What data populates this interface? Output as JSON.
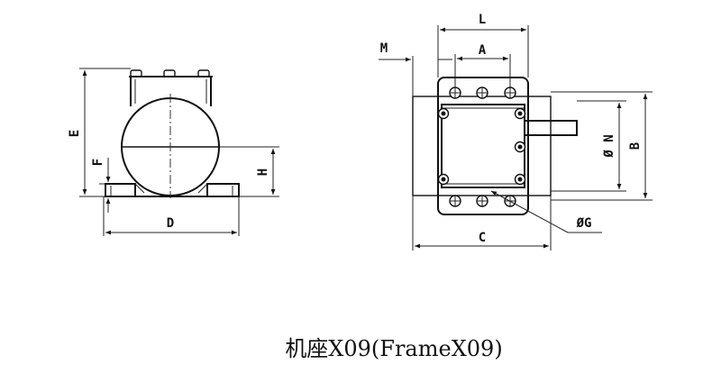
{
  "caption": "机座X09(FrameX09)",
  "side_view": {
    "dim_E": "E",
    "dim_F": "F",
    "dim_H": "H",
    "dim_D": "D"
  },
  "top_view": {
    "dim_L": "L",
    "dim_A": "A",
    "dim_M": "M",
    "dim_N": "Ø N",
    "dim_B": "B",
    "dim_C": "C",
    "dim_G": "ØG"
  }
}
